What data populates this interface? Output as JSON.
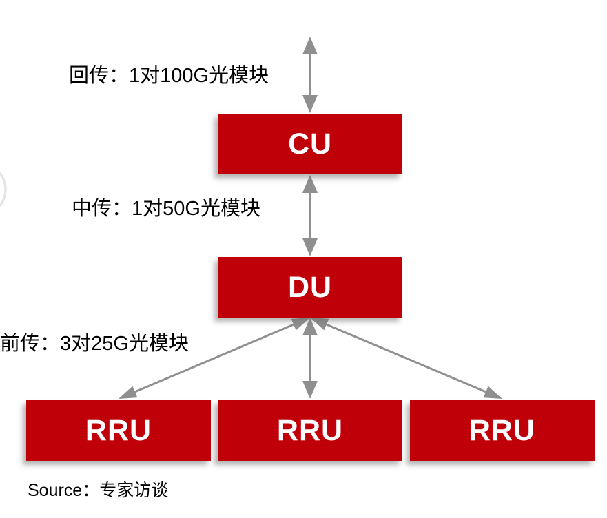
{
  "diagram": {
    "labels": {
      "backhaul": "回传：1对100G光模块",
      "midhaul": "中传：1对50G光模块",
      "fronthaul": "前传：3对25G光模块"
    },
    "nodes": {
      "cu": "CU",
      "du": "DU",
      "rru1": "RRU",
      "rru2": "RRU",
      "rru3": "RRU"
    },
    "source": "Source：专家访谈",
    "colors": {
      "box_fill": "#C00009",
      "box_text": "#FFFFFF",
      "arrow": "#8F8F8F",
      "label": "#000000"
    }
  }
}
